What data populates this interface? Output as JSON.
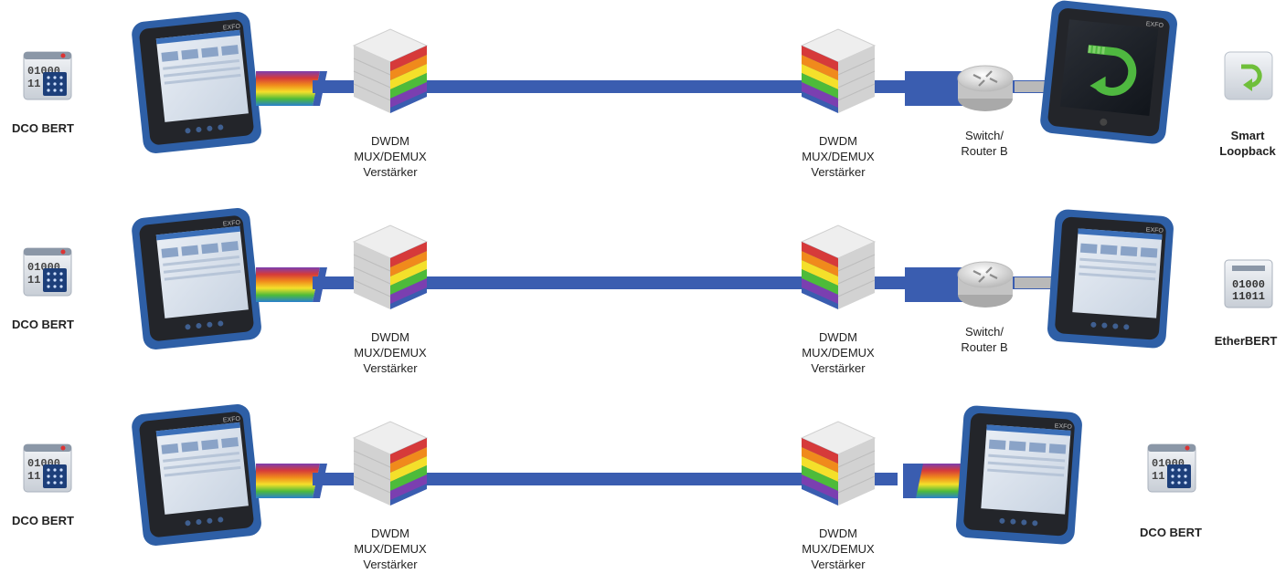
{
  "rows": [
    {
      "left_app": {
        "label": "DCO BERT",
        "icon": "dco-bert-icon"
      },
      "mux_left": {
        "line1": "DWDM",
        "line2": "MUX/DEMUX",
        "line3": "Verstärker"
      },
      "mux_right": {
        "line1": "DWDM",
        "line2": "MUX/DEMUX",
        "line3": "Verstärker"
      },
      "router": {
        "line1": "Switch/",
        "line2": "Router B"
      },
      "right_app": {
        "line1": "Smart",
        "line2": "Loopback",
        "icon": "smart-loopback-icon"
      }
    },
    {
      "left_app": {
        "label": "DCO BERT",
        "icon": "dco-bert-icon"
      },
      "mux_left": {
        "line1": "DWDM",
        "line2": "MUX/DEMUX",
        "line3": "Verstärker"
      },
      "mux_right": {
        "line1": "DWDM",
        "line2": "MUX/DEMUX",
        "line3": "Verstärker"
      },
      "router": {
        "line1": "Switch/",
        "line2": "Router B"
      },
      "right_app": {
        "label": "EtherBERT",
        "icon": "etherbert-icon"
      }
    },
    {
      "left_app": {
        "label": "DCO BERT",
        "icon": "dco-bert-icon"
      },
      "mux_left": {
        "line1": "DWDM",
        "line2": "MUX/DEMUX",
        "line3": "Verstärker"
      },
      "mux_right": {
        "line1": "DWDM",
        "line2": "MUX/DEMUX",
        "line3": "Verstärker"
      },
      "right_app": {
        "label": "DCO BERT",
        "icon": "dco-bert-icon"
      }
    }
  ],
  "colors": {
    "fiber": "#3a5db0",
    "router_link": "#b9b9b9",
    "device_body": "#23252a",
    "device_bumper": "#2e5fa6"
  }
}
